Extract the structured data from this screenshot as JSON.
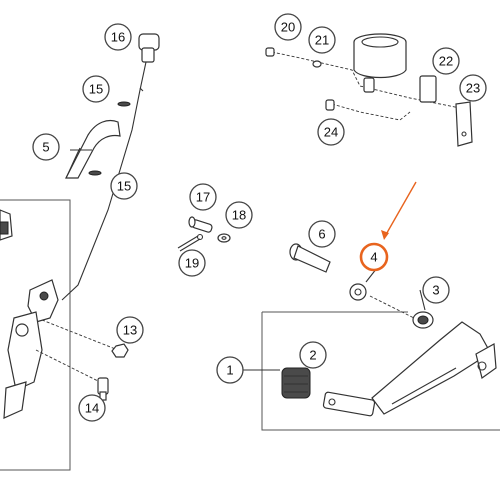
{
  "highlight_color": "#e8641e",
  "callouts": {
    "c1": "1",
    "c2": "2",
    "c3": "3",
    "c4": "4",
    "c5": "5",
    "c6": "6",
    "c13": "13",
    "c14": "14",
    "c15a": "15",
    "c15b": "15",
    "c16": "16",
    "c17": "17",
    "c18": "18",
    "c19": "19",
    "c20": "20",
    "c21": "21",
    "c22": "22",
    "c23": "23",
    "c24": "24"
  },
  "highlighted_part": "4"
}
